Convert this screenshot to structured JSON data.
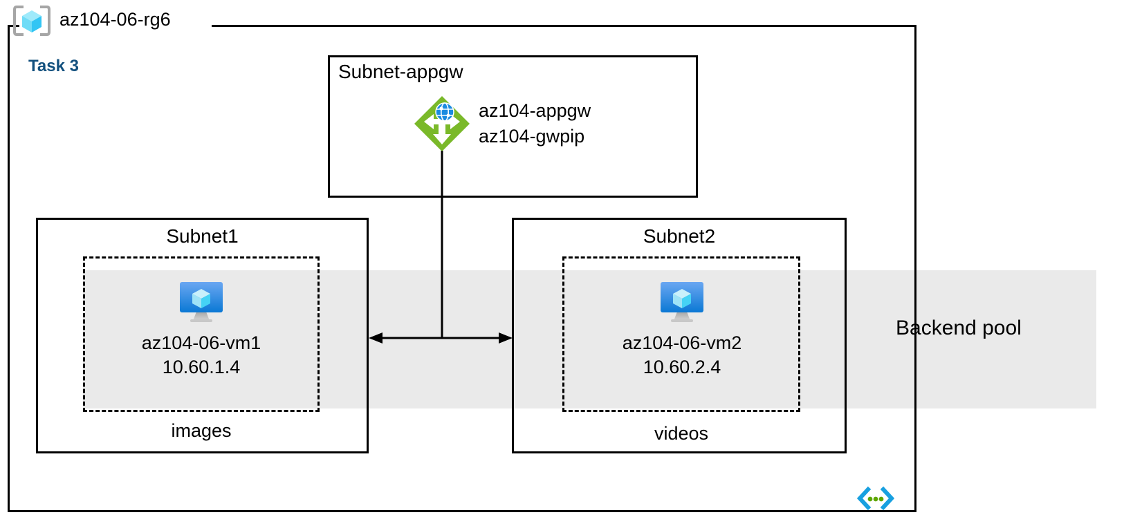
{
  "diagram": {
    "resource_group": {
      "name": "az104-06-rg6",
      "icon": "resource-group-cube-icon"
    },
    "task": {
      "label": "Task 3",
      "color": "#12507E"
    },
    "backend_pool": {
      "label": "Backend pool",
      "band_color": "#EAEAEA"
    },
    "subnets": [
      {
        "title": "Subnet-appgw",
        "resources": [
          {
            "icon": "application-gateway-icon",
            "icon_color": "#7AB929",
            "lines": [
              "az104-appgw",
              "az104-gwpip"
            ]
          }
        ]
      },
      {
        "title": "Subnet1",
        "vm": {
          "icon": "virtual-machine-icon",
          "name": "az104-06-vm1",
          "ip": "10.60.1.4"
        },
        "container": "images"
      },
      {
        "title": "Subnet2",
        "vm": {
          "icon": "virtual-machine-icon",
          "name": "az104-06-vm2",
          "ip": "10.60.2.4"
        },
        "container": "videos"
      }
    ],
    "connectors": [
      {
        "name": "appgw-to-backend-trunk",
        "type": "line",
        "from": "az104-appgw",
        "to": "backend-arrow"
      },
      {
        "name": "subnet1-subnet2-bidirectional",
        "type": "double-arrow",
        "from": "Subnet1",
        "to": "Subnet2"
      }
    ],
    "badge": {
      "name": "code-brackets-badge",
      "bracket_color": "#18A0E0",
      "dot_color": "#5EA700",
      "dot_count": 3
    }
  }
}
